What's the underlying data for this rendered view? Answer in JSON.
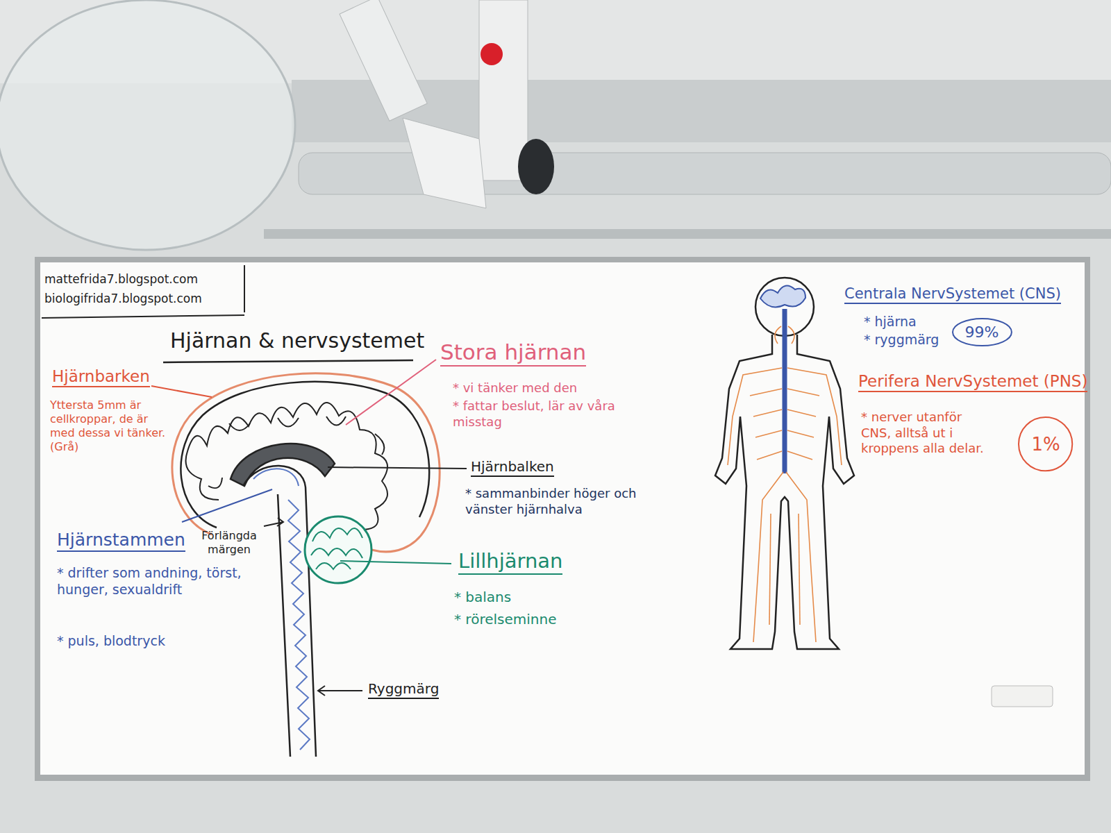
{
  "diagram": {
    "title": "Hjärnan & nervsystemet",
    "nodes": [
      {
        "text": [
          "99%"
        ]
      },
      {
        "text": [
          "1%"
        ]
      }
    ],
    "labels": [
      "mattefrida7.blogspot.com",
      "biologifrida7.blogspot.com",
      "Hjärnbarken",
      "Yttersta 5mm är cellkroppar, de är med dessa vi tänker. (Grå)",
      "Stora hjärnan",
      "* vi tänker med den",
      "* fattar beslut, lär av våra misstag",
      "Hjärnbalken",
      "* sammanbinder höger och vänster hjärnhalva",
      "Hjärnstammen",
      "* drifter som andning, törst, hunger, sexualdrift",
      "* puls, blodtryck",
      "Förlängda märgen",
      "Lillhjärnan",
      "* balans",
      "* rörelseminne",
      "Ryggmärg",
      "Centrala NervSystemet (CNS)",
      "* hjärna",
      "* ryggmärg",
      "Perifera NervSystemet (PNS)",
      "* nerver utanför CNS, alltså ut i kroppens alla delar."
    ]
  }
}
